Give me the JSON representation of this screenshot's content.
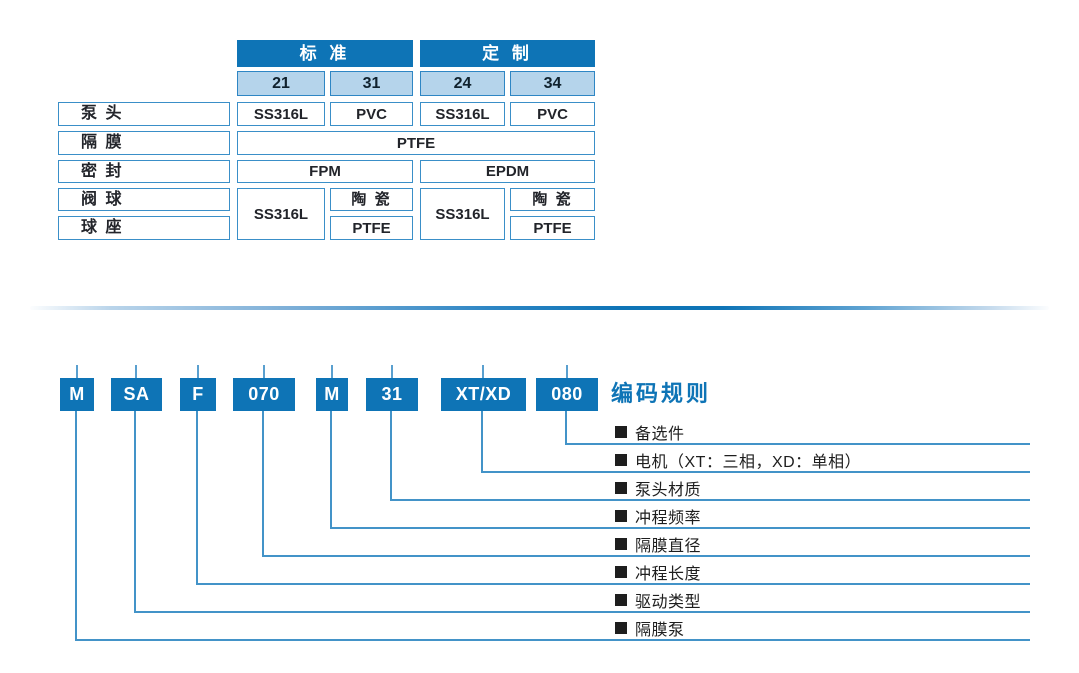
{
  "materials_table": {
    "column_groups": [
      {
        "label": "标 准"
      },
      {
        "label": "定 制"
      }
    ],
    "code_headers": [
      "21",
      "31",
      "24",
      "34"
    ],
    "row_labels": [
      "泵 头",
      "隔 膜",
      "密 封",
      "阀 球",
      "球 座"
    ],
    "cells": {
      "pump_head": [
        "SS316L",
        "PVC",
        "SS316L",
        "PVC"
      ],
      "diaphragm": "PTFE",
      "seal_standard": "FPM",
      "seal_custom": "EPDM",
      "std_ball_seat_combo": "SS316L",
      "std_valve_ball": "陶 瓷",
      "std_ball_seat": "PTFE",
      "cus_ball_seat_combo": "SS316L",
      "cus_valve_ball": "陶 瓷",
      "cus_ball_seat": "PTFE"
    }
  },
  "coding_rule": {
    "title": "编码规则",
    "segments": [
      "M",
      "SA",
      "F",
      "070",
      "M",
      "31",
      "XT/XD",
      "080"
    ],
    "legend_items": [
      "备选件",
      "电机（XT：三相，XD：单相）",
      "泵头材质",
      "冲程频率",
      "隔膜直径",
      "冲程长度",
      "驱动类型",
      "隔膜泵"
    ]
  },
  "colors": {
    "primary_blue": "#0e74b6",
    "light_blue_fill": "#b5d4eb",
    "cell_border_blue": "#3a8fc8",
    "connector_blue": "#4393c8",
    "dark_text": "#1f2430"
  }
}
